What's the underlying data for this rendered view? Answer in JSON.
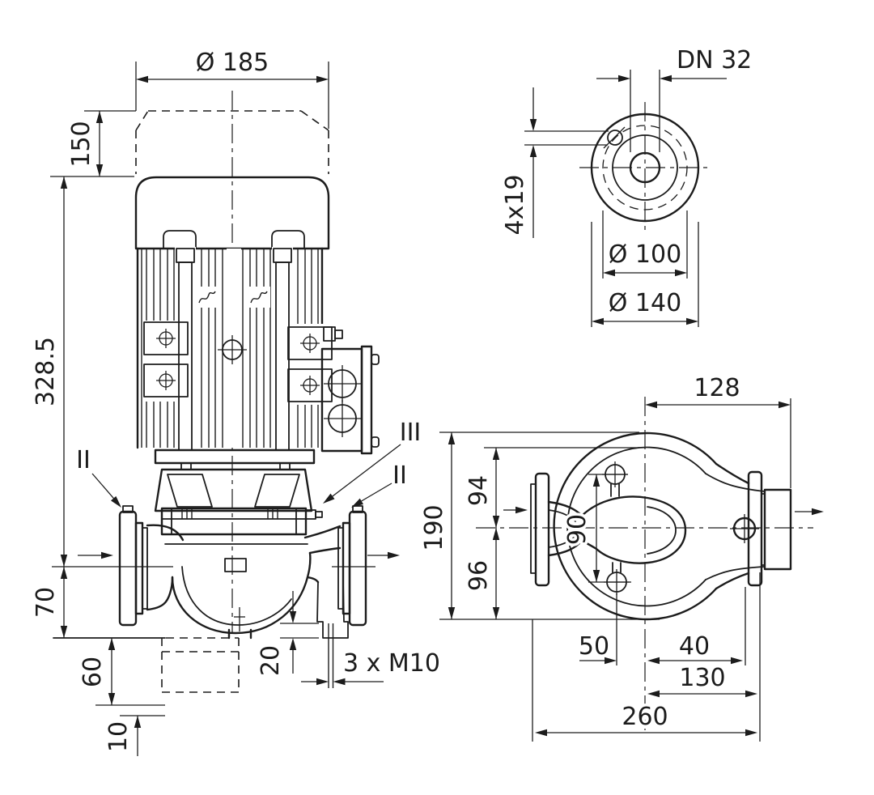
{
  "drawing": {
    "background": "#ffffff",
    "line_color": "#1c1c1c",
    "type": "pump-dimensional-drawing"
  },
  "front_view": {
    "motor_diameter": "Ø 185",
    "motor_top_height": "150",
    "overall_height": "328.5",
    "axis_to_base": "70",
    "base_offset_1": "60",
    "base_offset_2": "10",
    "foot_height": "20",
    "tapped_holes": "3 x M10",
    "ref_left_flange": "II",
    "ref_right_flange": "II",
    "ref_vent_screw": "III"
  },
  "flange_view": {
    "nominal_diameter": "DN 32",
    "bolt_holes": "4x19",
    "bolt_circle_diameter": "Ø 100",
    "flange_outer_diameter": "Ø 140"
  },
  "plan_view": {
    "center_to_discharge": "128",
    "overall_depth": "190",
    "upper_half": "94",
    "lower_half": "96",
    "bolt_spacing": "90",
    "bolt_offset": "50",
    "center_offset": "40",
    "center_to_flange_face": "130",
    "overall_width": "260"
  }
}
